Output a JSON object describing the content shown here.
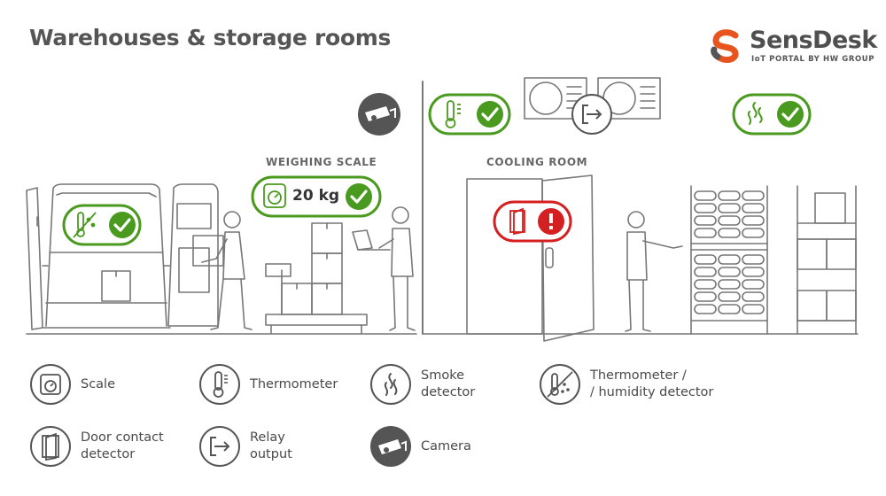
{
  "header": {
    "title": "Warehouses & storage rooms"
  },
  "logo": {
    "name": "SensDesk",
    "tagline": "IoT PORTAL BY HW GROUP"
  },
  "scene": {
    "weighing_scale_label": "WEIGHING SCALE",
    "cooling_room_label": "COOLING ROOM",
    "scale_reading": "20 kg"
  },
  "legend": {
    "scale": "Scale",
    "thermometer": "Thermometer",
    "smoke": "Smoke\ndetector",
    "thermo_humidity": "Thermometer /\n/ humidity detector",
    "door": "Door contact\ndetector",
    "relay": "Relay\noutput",
    "camera": "Camera"
  },
  "colors": {
    "ok_green": "#4a9a1f",
    "alert_red": "#d42020",
    "text_gray": "#555555",
    "line_gray": "#777777",
    "brand_orange": "#e8541e"
  }
}
